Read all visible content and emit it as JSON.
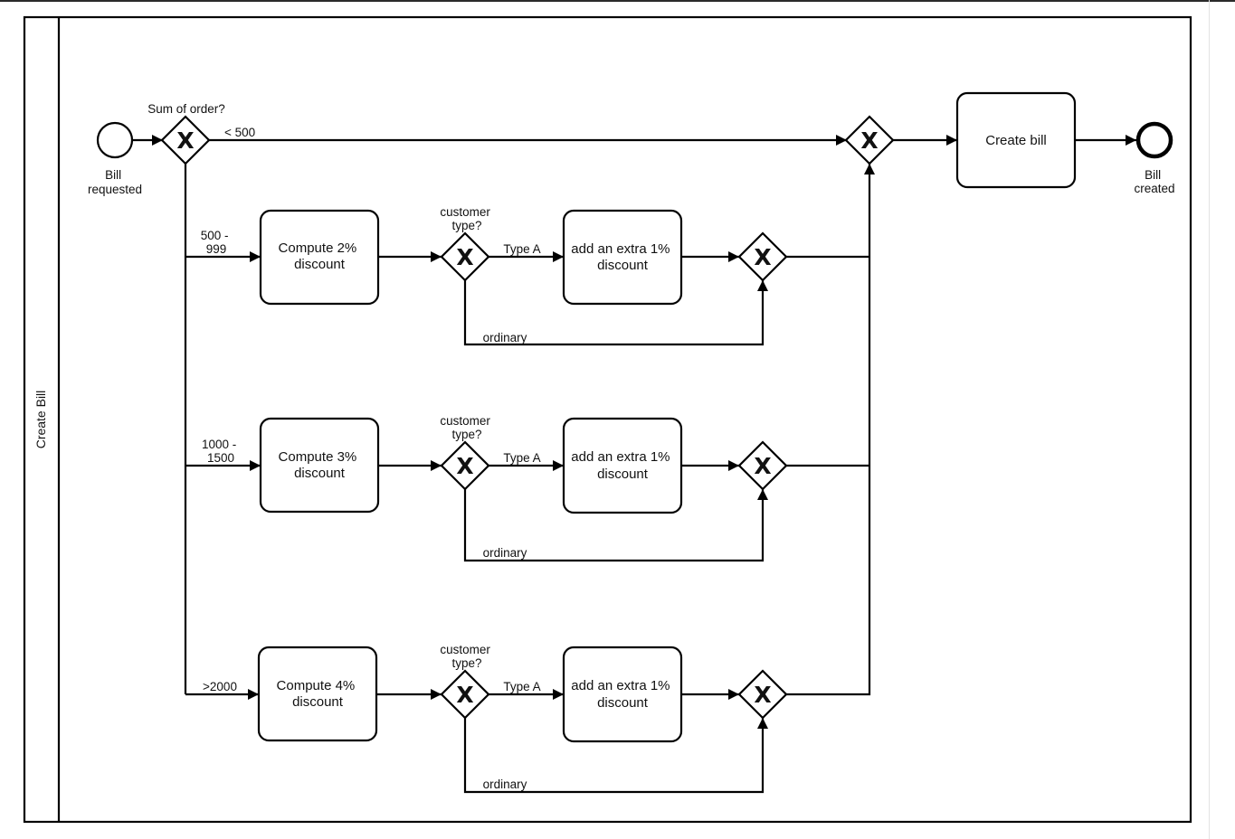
{
  "lane": {
    "title": "Create Bill"
  },
  "events": {
    "start": [
      "Bill",
      "requested"
    ],
    "end": [
      "Bill",
      "created"
    ]
  },
  "gateway_marker": "X",
  "gateways": {
    "sum": [
      "Sum of order?"
    ],
    "customer": [
      "customer",
      "type?"
    ]
  },
  "flows": {
    "lt500": [
      "< 500"
    ],
    "r1": [
      "500 -",
      "999"
    ],
    "r2": [
      "1000 -",
      "1500"
    ],
    "r3": [
      ">2000"
    ],
    "typeA": [
      "Type A"
    ],
    "ordinary": [
      "ordinary"
    ]
  },
  "tasks": {
    "create_bill": [
      "Create bill"
    ],
    "compute2": [
      "Compute 2%",
      "discount"
    ],
    "compute3": [
      "Compute 3%",
      "discount"
    ],
    "compute4": [
      "Compute 4%",
      "discount"
    ],
    "extra": [
      "add an extra 1%",
      "discount"
    ]
  }
}
